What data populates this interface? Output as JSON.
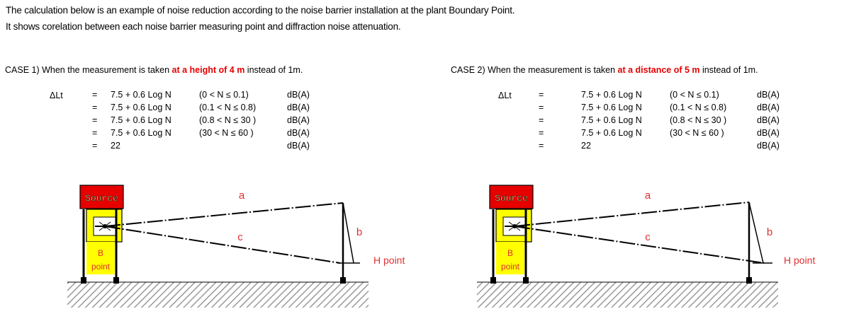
{
  "intro": {
    "line1": "The calculation below is an example of noise reduction according to the noise barrier installation at the plant Boundary Point.",
    "line2": "It shows corelation between each noise barrier measuring point and diffraction noise attenuation."
  },
  "cases": [
    {
      "prefix": "CASE 1)  When the measurement is taken ",
      "highlight": "at a height of 4 m",
      "suffix": " instead of 1m.",
      "delta_label": "ΔLt",
      "rows": [
        {
          "eq": "=",
          "expr": "7.5 + 0.6 Log N",
          "range": "(0   < N ≤ 0.1)",
          "unit": "dB(A)"
        },
        {
          "eq": "=",
          "expr": "7.5 + 0.6 Log N",
          "range": "(0.1 < N ≤ 0.8)",
          "unit": "dB(A)"
        },
        {
          "eq": "=",
          "expr": "7.5 + 0.6 Log N",
          "range": "(0.8 < N ≤ 30 )",
          "unit": "dB(A)"
        },
        {
          "eq": "=",
          "expr": "7.5 + 0.6 Log N",
          "range": "(30  < N ≤ 60 )",
          "unit": "dB(A)"
        },
        {
          "eq": "=",
          "expr": "22",
          "range": "",
          "unit": "dB(A)"
        }
      ],
      "diagram": {
        "source": "Source",
        "b_point_1": "B",
        "b_point_2": "point",
        "label_a": "a",
        "label_b": "b",
        "label_c": "c",
        "h_point": "H point"
      }
    },
    {
      "prefix": "CASE 2)  When the measurement is taken ",
      "highlight": "at a distance of 5 m",
      "suffix": " instead of 1m.",
      "delta_label": "ΔLt",
      "rows": [
        {
          "eq": "=",
          "expr": "7.5 + 0.6 Log N",
          "range": "(0   < N ≤ 0.1)",
          "unit": "dB(A)"
        },
        {
          "eq": "=",
          "expr": "7.5 + 0.6 Log N",
          "range": "(0.1 < N ≤ 0.8)",
          "unit": "dB(A)"
        },
        {
          "eq": "=",
          "expr": "7.5 + 0.6 Log N",
          "range": "(0.8 < N ≤ 30 )",
          "unit": "dB(A)"
        },
        {
          "eq": "=",
          "expr": "7.5 + 0.6 Log N",
          "range": "(30  < N ≤ 60 )",
          "unit": "dB(A)"
        },
        {
          "eq": "=",
          "expr": "22",
          "range": "",
          "unit": "dB(A)"
        }
      ],
      "diagram": {
        "source": "Source",
        "b_point_1": "B",
        "b_point_2": "point",
        "label_a": "a",
        "label_b": "b",
        "label_c": "c",
        "h_point": "H point"
      }
    }
  ],
  "colors": {
    "source_box": "#e60000",
    "barrier_box": "#ffff00",
    "label_red": "#e03030",
    "ground_hatch": "#9a9a9a"
  }
}
